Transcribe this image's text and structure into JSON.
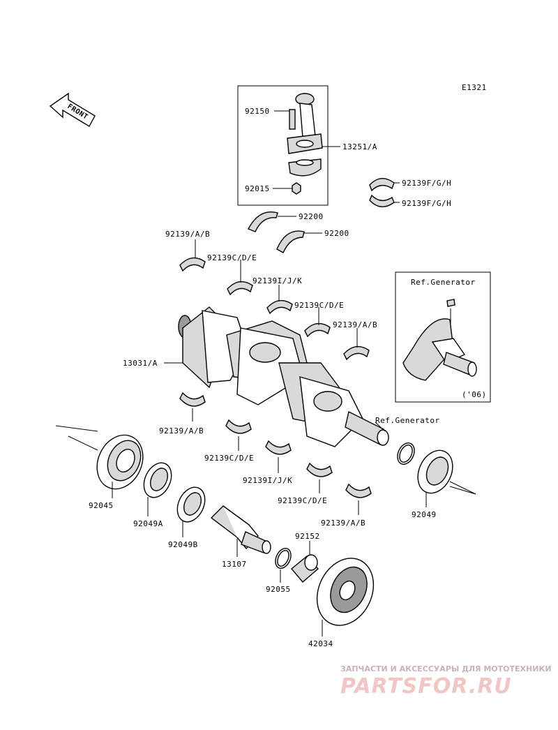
{
  "diagram_code": "E1321",
  "front_label": "FRONT",
  "watermark": {
    "line1": "ЗАПЧАСТИ И АКСЕССУАРЫ ДЛЯ МОТОТЕХНИКИ",
    "line2": "PARTSFOR.RU"
  },
  "callouts": {
    "p92150": "92150",
    "p13251": "13251/A",
    "p92015": "92015",
    "p92139fgh_1": "92139F/G/H",
    "p92139fgh_2": "92139F/G/H",
    "p92200_1": "92200",
    "p92200_2": "92200",
    "p92139ab_1": "92139/A/B",
    "p92139cde_1": "92139C/D/E",
    "p92139ijk_1": "92139I/J/K",
    "p92139cde_2": "92139C/D/E",
    "p92139ab_2": "92139/A/B",
    "p13031": "13031/A",
    "p92139ab_3": "92139/A/B",
    "p92139cde_3": "92139C/D/E",
    "p92139ijk_2": "92139I/J/K",
    "p92139cde_4": "92139C/D/E",
    "p92139ab_4": "92139/A/B",
    "ref_gen_main": "Ref.Generator",
    "p92045": "92045",
    "p92049a": "92049A",
    "p92049b": "92049B",
    "p13107": "13107",
    "p92152": "92152",
    "p92055": "92055",
    "p42034": "42034",
    "p92049": "92049"
  },
  "inset": {
    "title": "Ref.Generator",
    "year": "('06)"
  }
}
